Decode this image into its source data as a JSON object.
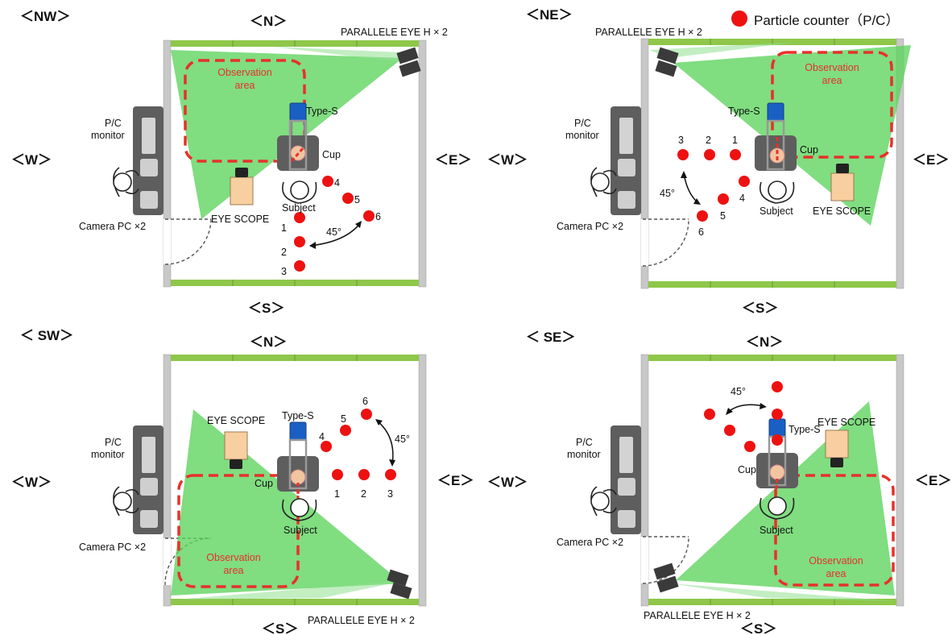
{
  "legend": {
    "marker_label": "Particle counter（P/C）",
    "marker_color": "#ee1111"
  },
  "colors": {
    "wall": "#c8c8c8",
    "window": "#8ec74a",
    "camera_fov": "#5cd45c",
    "observation_area": "#e8302a",
    "type_s": "#1a5fc4",
    "eye_scope": "#f8cfa0",
    "desk": "#5e5e5e",
    "particle_counter": "#ee1111"
  },
  "panels": [
    {
      "id": "NW",
      "orientation_label": "＜NW＞",
      "compass": {
        "north": "＜N＞",
        "south": "＜S＞",
        "west": "＜W＞",
        "east": "＜E＞"
      },
      "labels": {
        "parallele_eye": "PARALLELE EYE H × 2",
        "observation_line1": "Observation",
        "observation_line2": "area",
        "type_s": "Type-S",
        "cup": "Cup",
        "subject": "Subject",
        "eye_scope": "EYE SCOPE",
        "pc_monitor_line1": "P/C",
        "pc_monitor_line2": "monitor",
        "camera_pc": "Camera PC ×2",
        "angle": "45°"
      },
      "counter_numbers": [
        "1",
        "2",
        "3",
        "4",
        "5",
        "6"
      ]
    },
    {
      "id": "NE",
      "orientation_label": "＜NE＞",
      "compass": {
        "north": "",
        "south": "＜S＞",
        "west": "＜W＞",
        "east": "＜E＞"
      },
      "labels": {
        "parallele_eye": "PARALLELE EYE H × 2",
        "observation_line1": "Observation",
        "observation_line2": "area",
        "type_s": "Type-S",
        "cup": "Cup",
        "subject": "Subject",
        "eye_scope": "EYE SCOPE",
        "pc_monitor_line1": "P/C",
        "pc_monitor_line2": "monitor",
        "camera_pc": "Camera PC ×2",
        "angle": "45°"
      },
      "counter_numbers": [
        "1",
        "2",
        "3",
        "4",
        "5",
        "6"
      ]
    },
    {
      "id": "SW",
      "orientation_label": "＜ SW＞",
      "compass": {
        "north": "＜N＞",
        "south": "＜S＞",
        "west": "＜W＞",
        "east": "＜E＞"
      },
      "labels": {
        "parallele_eye": "PARALLELE EYE H × 2",
        "observation_line1": "Observation",
        "observation_line2": "area",
        "type_s": "Type-S",
        "cup": "Cup",
        "subject": "Subject",
        "eye_scope": "EYE SCOPE",
        "pc_monitor_line1": "P/C",
        "pc_monitor_line2": "monitor",
        "camera_pc": "Camera PC ×2",
        "angle": "45°"
      },
      "counter_numbers": [
        "1",
        "2",
        "3",
        "4",
        "5",
        "6"
      ]
    },
    {
      "id": "SE",
      "orientation_label": "＜ SE＞",
      "compass": {
        "north": "＜N＞",
        "south": "＜S＞",
        "west": "＜W＞",
        "east": "＜E＞"
      },
      "labels": {
        "parallele_eye": "PARALLELE EYE H × 2",
        "observation_line1": "Observation",
        "observation_line2": "area",
        "type_s": "Type-S",
        "cup": "Cup",
        "subject": "Subject",
        "eye_scope": "EYE SCOPE",
        "pc_monitor_line1": "P/C",
        "pc_monitor_line2": "monitor",
        "camera_pc": "Camera PC ×2",
        "angle": "45°"
      },
      "counter_numbers": []
    }
  ]
}
